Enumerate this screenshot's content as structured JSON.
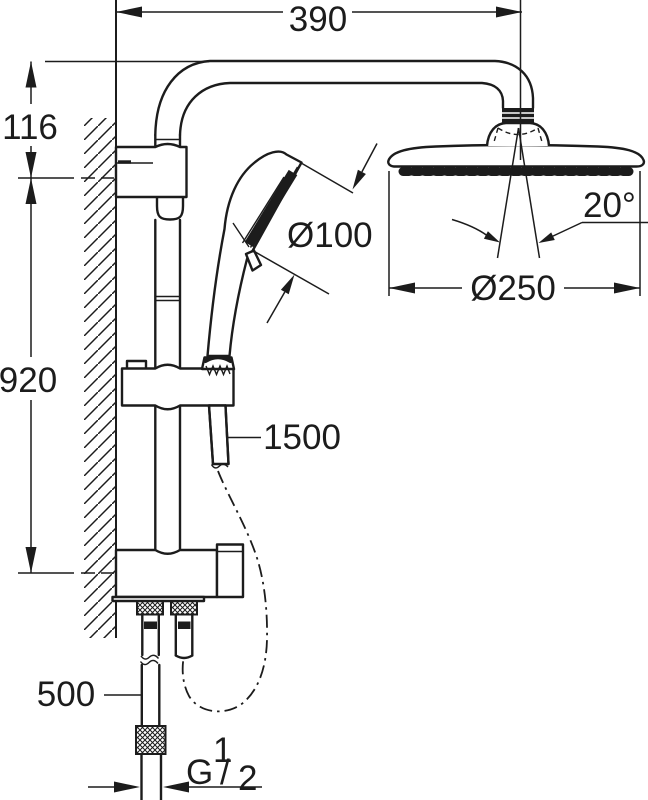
{
  "diagram": {
    "type": "technical-dimension-drawing",
    "subject": "shower-system-side-view",
    "labels": {
      "width_top": "390",
      "offset_top": "116",
      "rail_height": "920",
      "hose_lower": "500",
      "hose_hand": "1500",
      "hand_diameter": "Ø100",
      "head_diameter": "Ø250",
      "spray_angle": "20°",
      "thread_g": "G",
      "thread_sup": "1",
      "thread_slash": "/",
      "thread_sub": "2"
    },
    "colors": {
      "line": "#1c1c1c",
      "background": "#ffffff"
    }
  }
}
